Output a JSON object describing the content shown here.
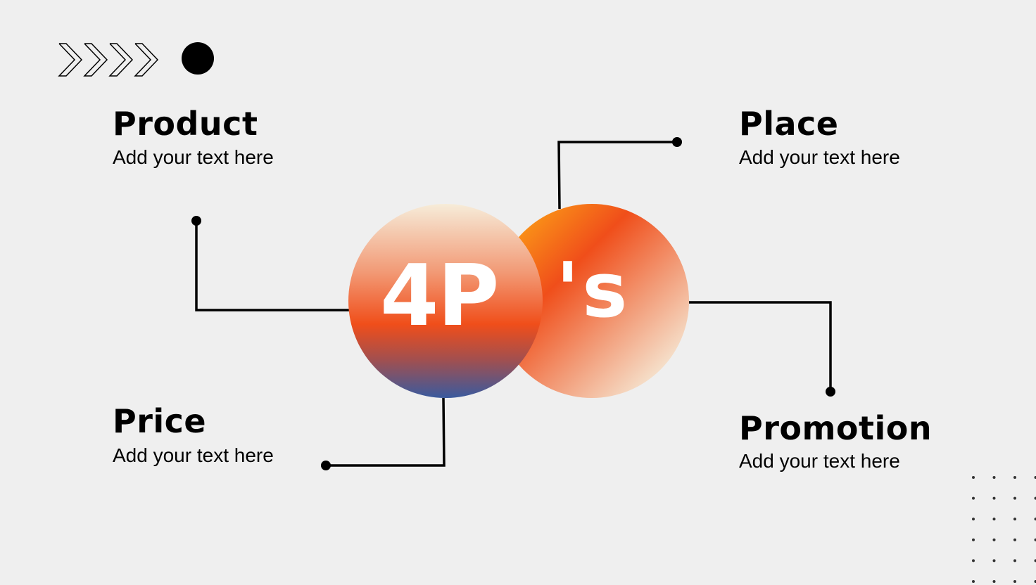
{
  "center": {
    "main": "4P",
    "suffix": "'s"
  },
  "items": [
    {
      "title": "Product",
      "text": "Add your text here"
    },
    {
      "title": "Place",
      "text": "Add your text here"
    },
    {
      "title": "Price",
      "text": "Add your text here"
    },
    {
      "title": "Promotion",
      "text": "Add your text here"
    }
  ],
  "colors": {
    "background": "#efefef",
    "orange": "#f04e1a",
    "amber": "#fb9a18",
    "cream": "#f6ecd9",
    "blue": "#3a5a9e"
  }
}
